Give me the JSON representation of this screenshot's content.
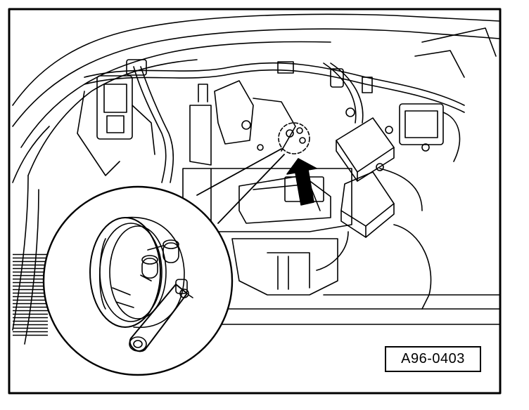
{
  "figure": {
    "reference_code": "A96-0403",
    "ink_color": "#000000",
    "paper_color": "#ffffff",
    "callout": {
      "shape": "circle",
      "marker": "arrow"
    }
  }
}
